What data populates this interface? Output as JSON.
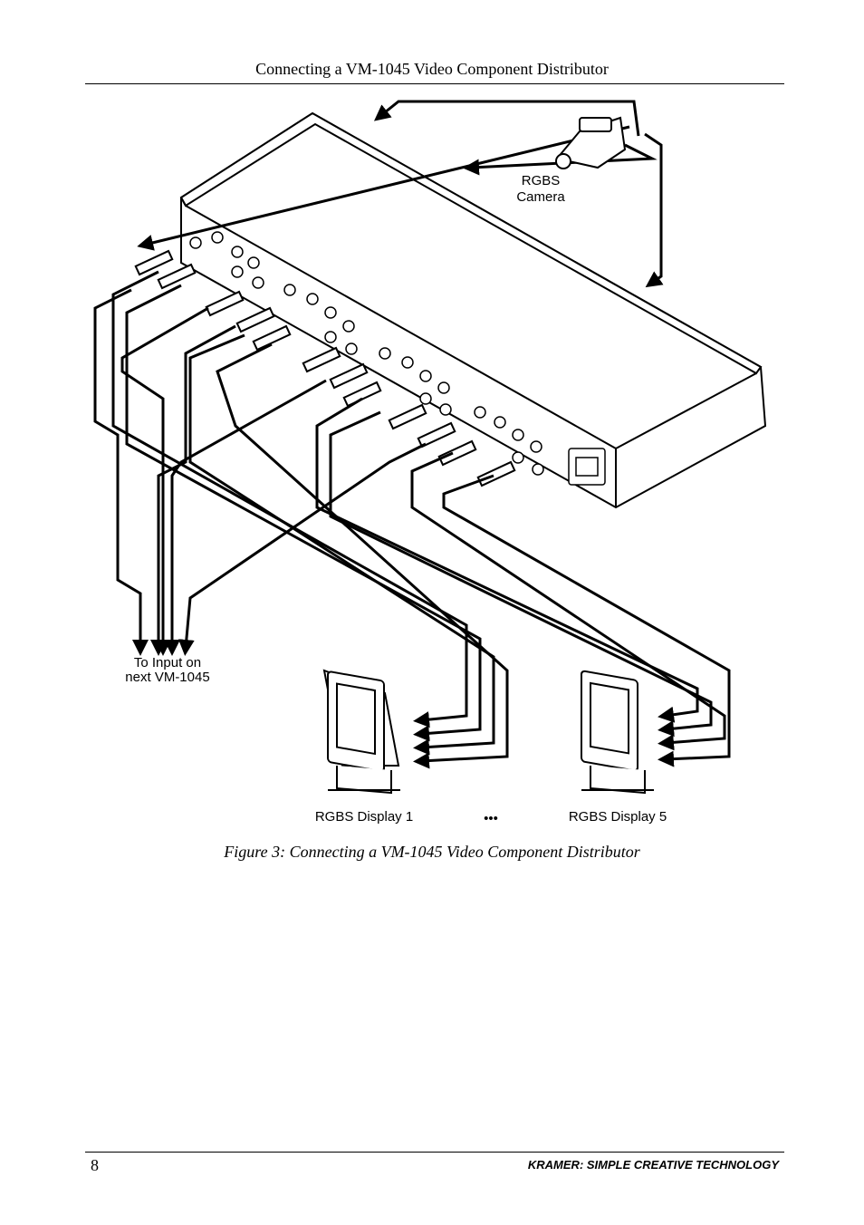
{
  "header": {
    "title": "Connecting a VM-1045 Video Component Distributor"
  },
  "figure": {
    "camera_label_line1": "RGBS",
    "camera_label_line2": "Camera",
    "next_unit_line1": "To Input on",
    "next_unit_line2": "next VM-1045",
    "display_1_label": "RGBS Display 1",
    "display_5_label": "RGBS Display 5",
    "ellipsis": "•••"
  },
  "caption": "Figure 3: Connecting a VM-1045 Video Component Distributor",
  "footer": {
    "page_number": "8",
    "brand": "KRAMER:  SIMPLE CREATIVE TECHNOLOGY"
  }
}
